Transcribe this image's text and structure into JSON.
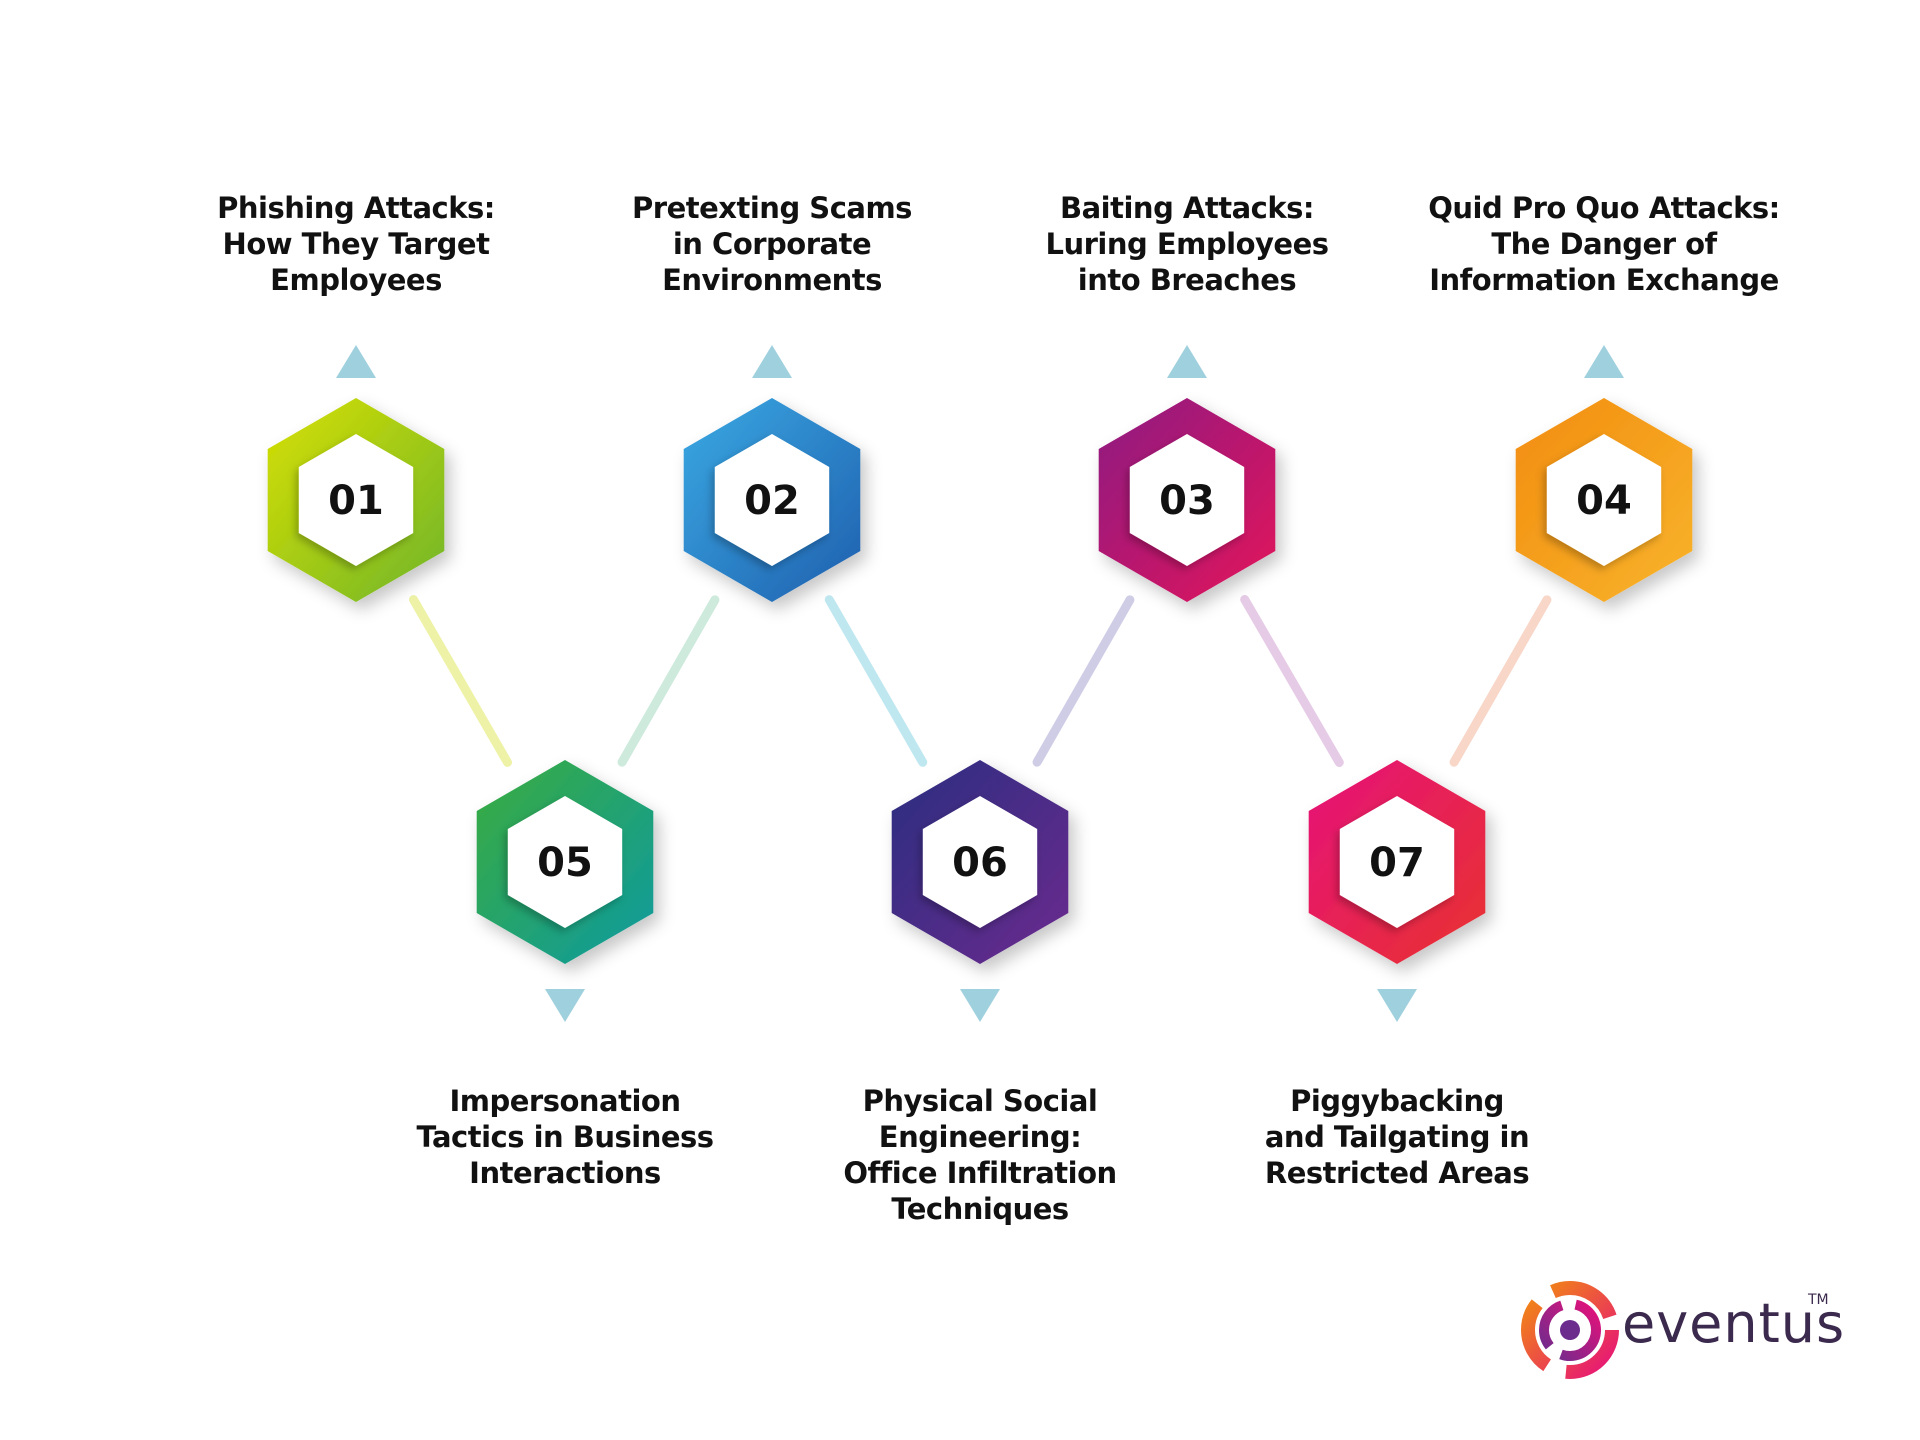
{
  "nodes": [
    {
      "id": "01",
      "lines": [
        "Phishing Attacks:",
        "How They Target",
        "Employees"
      ],
      "colors": [
        "#d8e000",
        "#6fb52b"
      ]
    },
    {
      "id": "02",
      "lines": [
        "Pretexting Scams",
        "in Corporate",
        "Environments"
      ],
      "colors": [
        "#3aa9e3",
        "#1f5fae"
      ]
    },
    {
      "id": "03",
      "lines": [
        "Baiting Attacks:",
        "Luring Employees",
        "into Breaches"
      ],
      "colors": [
        "#8d1a82",
        "#e3185b"
      ]
    },
    {
      "id": "04",
      "lines": [
        "Quid Pro Quo Attacks:",
        "The Danger of",
        "Information Exchange"
      ],
      "colors": [
        "#f28c0f",
        "#f8b42c"
      ]
    },
    {
      "id": "05",
      "lines": [
        "Impersonation",
        "Tactics in Business",
        "Interactions"
      ],
      "colors": [
        "#3aac3e",
        "#0d9aa0"
      ]
    },
    {
      "id": "06",
      "lines": [
        "Physical Social",
        "Engineering:",
        "Office Infiltration",
        "Techniques"
      ],
      "colors": [
        "#2a2d80",
        "#6b2c8e"
      ]
    },
    {
      "id": "07",
      "lines": [
        "Piggybacking",
        "and Tailgating in",
        "Restricted Areas"
      ],
      "colors": [
        "#e6117a",
        "#e8332e"
      ]
    }
  ],
  "connector_colors": [
    "#eef2a6",
    "#cdeadc",
    "#bfe7f0",
    "#cfcde6",
    "#e6cbe6",
    "#f8d6c8"
  ],
  "arrow_color": "#9fd0dd",
  "logo": {
    "text": "eventus",
    "tm": "TM",
    "colors": [
      "#f28c0f",
      "#e6117a",
      "#6b2c8e"
    ]
  }
}
